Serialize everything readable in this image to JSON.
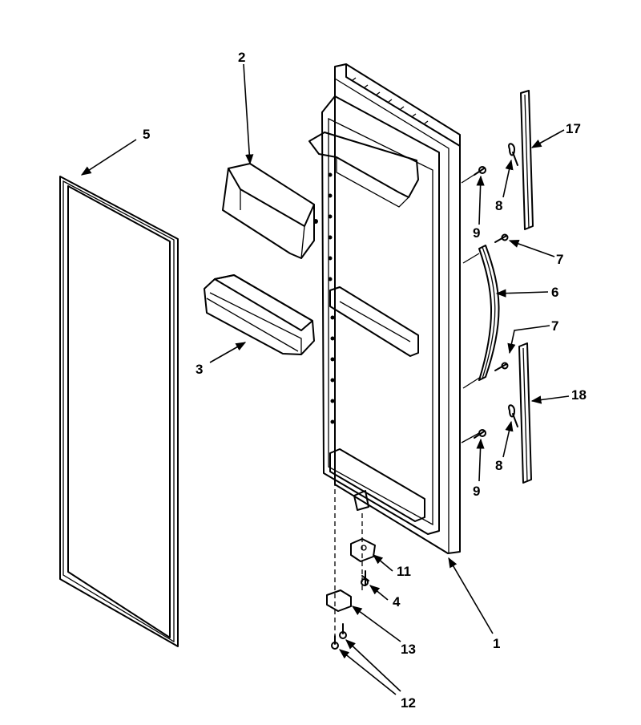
{
  "callouts": {
    "c1": "1",
    "c2": "2",
    "c3": "3",
    "c4": "4",
    "c5": "5",
    "c6": "6",
    "c7a": "7",
    "c7b": "7",
    "c8a": "8",
    "c8b": "8",
    "c9a": "9",
    "c9b": "9",
    "c11": "11",
    "c12": "12",
    "c13": "13",
    "c17": "17",
    "c18": "18"
  }
}
